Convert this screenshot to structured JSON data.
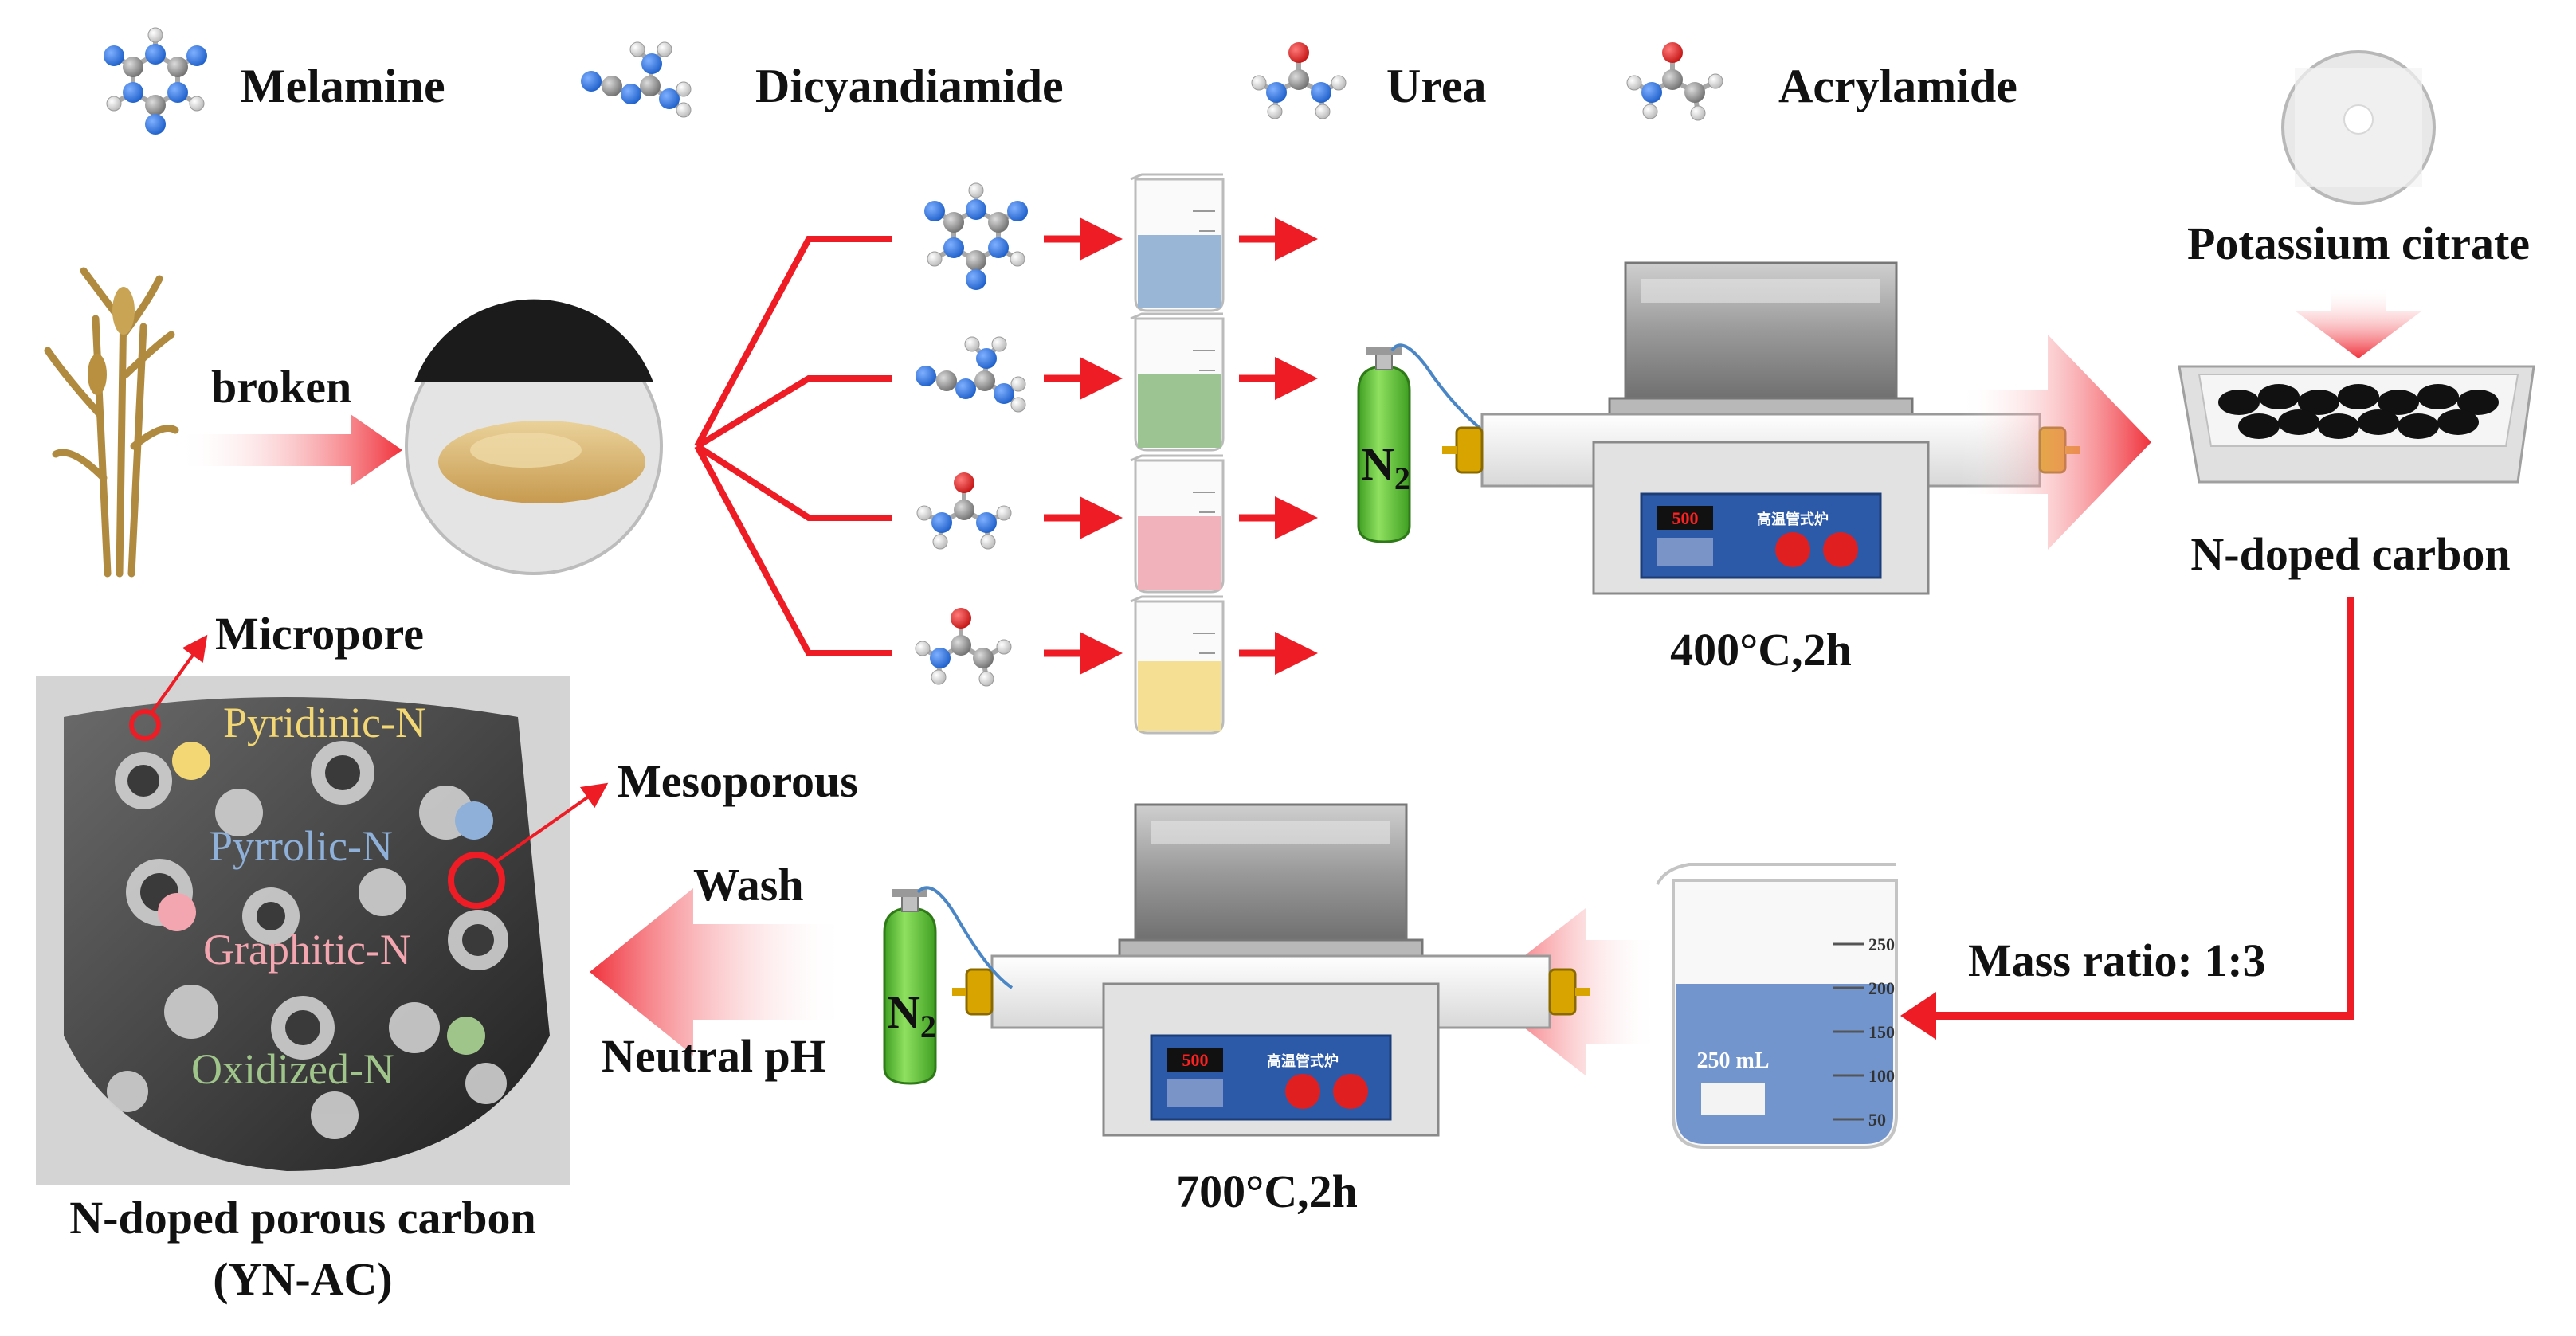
{
  "legend": {
    "melamine": "Melamine",
    "dicyandiamide": "Dicyandiamide",
    "urea": "Urea",
    "acrylamide": "Acrylamide"
  },
  "labels": {
    "broken": "broken",
    "n2_symbol": "N",
    "n2_subscript": "2",
    "temp_first": "400°C,2h",
    "temp_second": "700°C,2h",
    "potassium_citrate": "Potassium citrate",
    "n_doped_carbon": "N-doped carbon",
    "mass_ratio": "Mass ratio:  1:3",
    "wash": "Wash",
    "neutral_ph": "Neutral pH",
    "micropore": "Micropore",
    "mesoporous": "Mesoporous",
    "product_line1": "N-doped porous carbon",
    "product_line2": "(YN-AC)",
    "furnace_display": "500",
    "furnace_brand": "高温管式炉",
    "beaker_volume": "250 mL",
    "beaker_ticks": [
      "250",
      "200",
      "150",
      "100",
      "50"
    ]
  },
  "nitrogen_types": [
    {
      "label": "Pyridinic-N",
      "color": "#f3d774"
    },
    {
      "label": "Pyrrolic-N",
      "color": "#8fb0d8"
    },
    {
      "label": "Graphitic-N",
      "color": "#f3a6b0"
    },
    {
      "label": "Oxidized-N",
      "color": "#9fc58a"
    }
  ],
  "solution_colors": {
    "melamine": "#9ab6d6",
    "dicyandiamide": "#9cc493",
    "urea": "#f2b2bb",
    "acrylamide": "#f4df92"
  },
  "colors": {
    "arrow_red": "#ee1c25",
    "gas_green": "#5fbf3c",
    "atom_nitrogen": "#1d5fc9",
    "atom_carbon": "#8a8a8a",
    "atom_oxygen": "#d81e1e",
    "atom_hydrogen": "#e8e8e8"
  },
  "icons": {
    "plant": "corn-stalk-icon",
    "powder": "biomass-powder-icon",
    "gas": "nitrogen-cylinder-icon",
    "furnace": "tube-furnace-icon",
    "boat": "carbon-boat-icon",
    "crystal": "potassium-citrate-icon",
    "beaker": "beaker-icon",
    "carbon": "porous-carbon-icon"
  }
}
